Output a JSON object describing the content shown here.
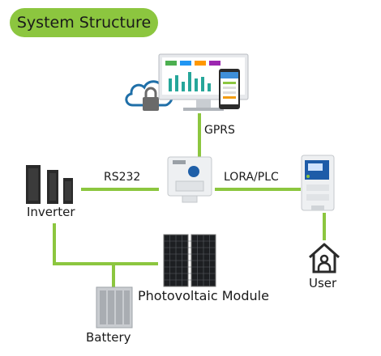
{
  "title": "System Structure",
  "links": {
    "gprs": "GPRS",
    "rs232": "RS232",
    "lora_plc": "LORA/PLC"
  },
  "nodes": {
    "inverter": "Inverter",
    "battery": "Battery",
    "pv_module": "Photovoltaic Module",
    "user": "User"
  },
  "colors": {
    "accent": "#8cc63f",
    "cloud": "#1f6fa8"
  }
}
